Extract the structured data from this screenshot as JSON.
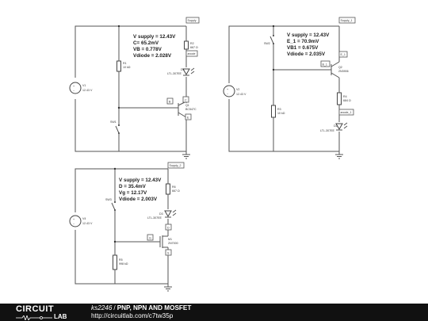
{
  "circuits": [
    {
      "flags": [
        "Supply",
        "anode"
      ],
      "annotation": [
        "V supply = 12.43V",
        "C= 65.2mV",
        "VB = 0.778V",
        "Vdiode = 2.028V"
      ],
      "source": {
        "name": "V1",
        "value": "12.43 V"
      },
      "r1": {
        "name": "R1",
        "value": "10 kΩ"
      },
      "r2": {
        "name": "R2",
        "value": "667 Ω"
      },
      "led": {
        "name": "D1",
        "part": "LTL-307EE"
      },
      "q": {
        "name": "Q1",
        "part": "BC547C",
        "pins": [
          "B",
          "C",
          "E"
        ]
      },
      "switch": "SW1"
    },
    {
      "flags": [
        "Supply_1",
        "E_1",
        "anode_1"
      ],
      "annotation": [
        "V supply = 12.43V",
        "E_1 = 70.9mV",
        "VB1 = 0.675V",
        "Vdiode = 2.035V"
      ],
      "source": {
        "name": "V2",
        "value": "12.43 V"
      },
      "r3": {
        "name": "R3",
        "value": "10 kΩ"
      },
      "r4": {
        "name": "R4",
        "value": "684 Ω"
      },
      "led": {
        "name": "D2",
        "part": "LTL-307EE"
      },
      "q": {
        "name": "Q2",
        "part": "2N3906",
        "pins": [
          "B_1"
        ]
      },
      "switch": "SW2"
    },
    {
      "flags": [
        "Supply_2"
      ],
      "annotation": [
        "V supply = 12.43V",
        "D = 35.4mV",
        "Vg = 12.17V",
        "Vdiode = 2.003V"
      ],
      "source": {
        "name": "V4",
        "value": "12.43 V"
      },
      "r6": {
        "name": "R6",
        "value": "667 Ω"
      },
      "r5": {
        "name": "R5",
        "value": "998 kΩ"
      },
      "led": {
        "name": "D3",
        "part": "LTL-307EE"
      },
      "q": {
        "name": "M1",
        "part": "2N7000",
        "pins": [
          "D",
          "G",
          "S"
        ]
      },
      "switch": "SW3"
    }
  ],
  "footer": {
    "logo_top": "CIRCUIT",
    "logo_bottom": "LAB",
    "author": "ks2246",
    "separator": "/",
    "title": "PNP, NPN AND MOSFET",
    "url": "http://circuitlab.com/c7tw35p"
  }
}
